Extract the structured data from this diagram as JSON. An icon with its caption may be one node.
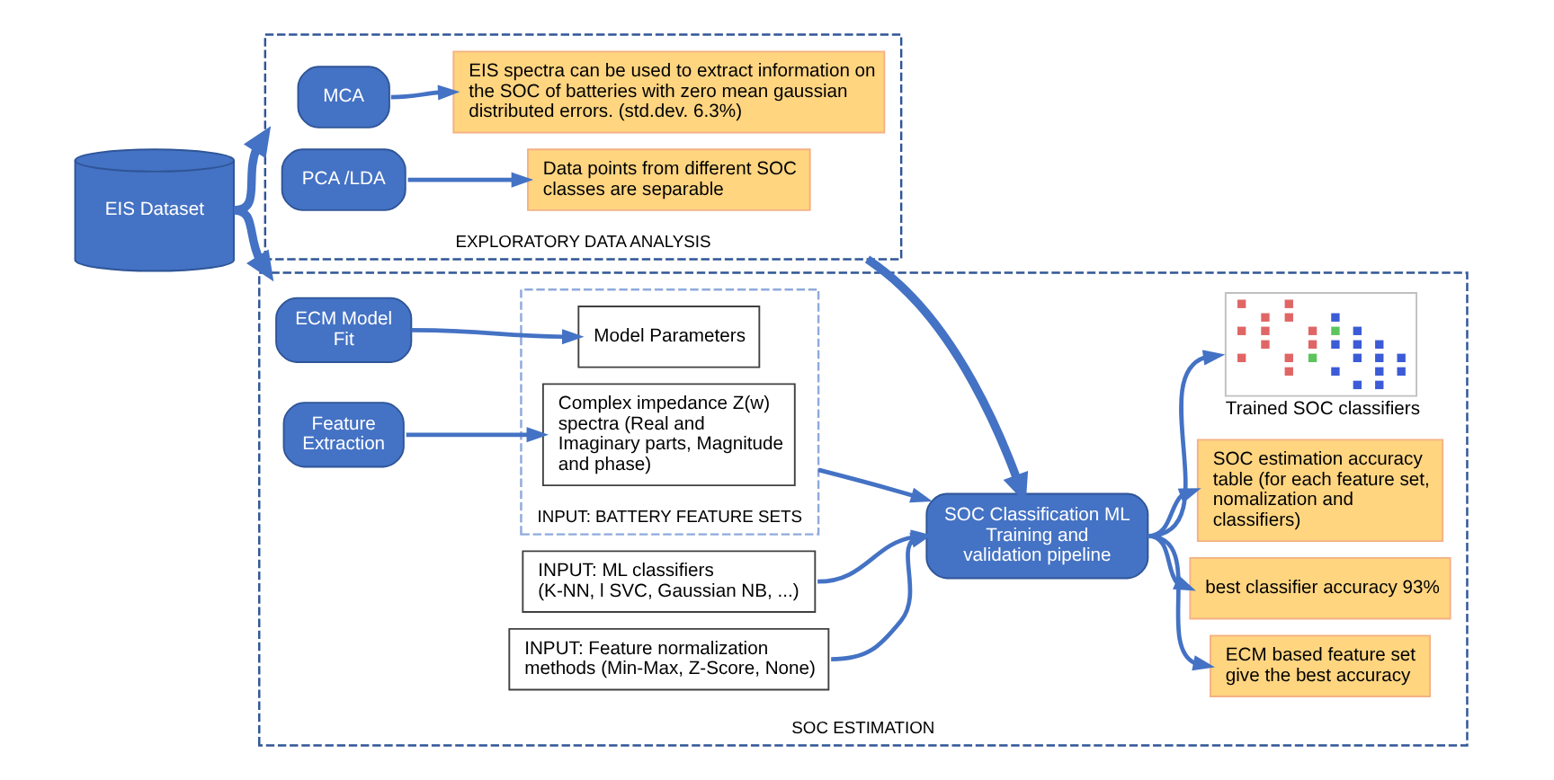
{
  "diagram": {
    "nodes": [
      {
        "text": [
          "EIS Dataset"
        ]
      },
      {
        "text": [
          "EXPLORATORY DATA ANALYSIS"
        ]
      },
      {
        "text": [
          "MCA"
        ],
        "in": 1
      },
      {
        "text": [
          "EIS spectra can be used to extract information on the SOC of batteries with zero mean gaussian distributed errors. (std.dev. 6.3%)"
        ],
        "in": 1
      },
      {
        "text": [
          "PCA /LDA"
        ],
        "in": 1
      },
      {
        "text": [
          "Data points from different SOC classes are separable"
        ],
        "in": 1
      },
      {
        "text": [
          "SOC ESTIMATION"
        ]
      },
      {
        "text": [
          "ECM Model Fit"
        ],
        "in": 6
      },
      {
        "text": [
          "Feature Extraction"
        ],
        "in": 6
      },
      {
        "text": [
          "INPUT: BATTERY FEATURE SETS"
        ],
        "in": 6
      },
      {
        "text": [
          "Model Parameters"
        ],
        "in": 9
      },
      {
        "text": [
          "Complex impedance Z(w) spectra (Real and Imaginary parts, Magnitude and phase)"
        ],
        "in": 9
      },
      {
        "text": [
          "INPUT: ML classifiers",
          "(K-NN, l SVC, Gaussian NB, ...)"
        ],
        "in": 6
      },
      {
        "text": [
          "INPUT: Feature normalization methods (Min-Max, Z-Score, None)"
        ],
        "in": 6
      },
      {
        "text": [
          "SOC Classification ML Training and validation pipeline"
        ],
        "in": 6
      },
      {
        "text": [
          "Trained SOC classifiers"
        ],
        "in": 6
      },
      {
        "text": [
          "SOC estimation accuracy table (for each feature set, nomalization and classifiers)"
        ],
        "in": 6
      },
      {
        "text": [
          "best classifier accuracy 93%"
        ],
        "in": 6
      },
      {
        "text": [
          "ECM based feature set give the best accuracy"
        ],
        "in": 6
      }
    ],
    "edges": [
      {
        "from": 0,
        "to": 1,
        "arrow": "to",
        "style": "thick"
      },
      {
        "from": 0,
        "to": 6,
        "arrow": "to",
        "style": "thick"
      },
      {
        "from": 2,
        "to": 3,
        "arrow": "to"
      },
      {
        "from": 4,
        "to": 5,
        "arrow": "to"
      },
      {
        "from": 1,
        "to": 14,
        "arrow": "to",
        "style": "thick"
      },
      {
        "from": 7,
        "to": 10,
        "arrow": "to"
      },
      {
        "from": 8,
        "to": 11,
        "arrow": "to"
      },
      {
        "from": 9,
        "to": 14,
        "arrow": "to"
      },
      {
        "from": 12,
        "to": 14,
        "arrow": "to"
      },
      {
        "from": 13,
        "to": 14,
        "arrow": "to"
      },
      {
        "from": 14,
        "to": 15,
        "arrow": "to"
      },
      {
        "from": 14,
        "to": 16,
        "arrow": "to"
      },
      {
        "from": 14,
        "to": 17,
        "arrow": "to"
      },
      {
        "from": 14,
        "to": 18,
        "arrow": "to"
      }
    ]
  }
}
